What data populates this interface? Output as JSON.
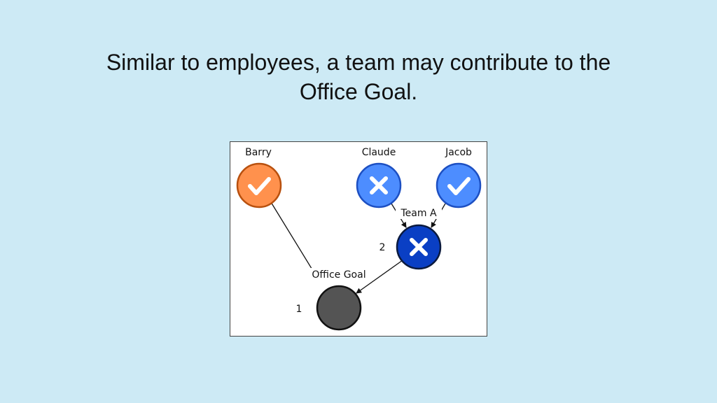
{
  "slide": {
    "title_line1": "Similar to employees, a team may contribute to the",
    "title_line2": "Office Goal."
  },
  "diagram": {
    "nodes": {
      "barry": {
        "label": "Barry",
        "status": "check",
        "icon": "check-icon",
        "fill": "#ff914d",
        "stroke": "#b8500e"
      },
      "claude": {
        "label": "Claude",
        "status": "cross",
        "icon": "x-icon",
        "fill": "#4d8dff",
        "stroke": "#1c4fc2"
      },
      "jacob": {
        "label": "Jacob",
        "status": "check",
        "icon": "check-icon",
        "fill": "#4d8dff",
        "stroke": "#1c4fc2"
      },
      "team_a": {
        "label": "Team A",
        "number": "2",
        "status": "cross",
        "icon": "x-icon",
        "fill": "#0a3fc4",
        "stroke": "#0b1a3e"
      },
      "office_goal": {
        "label": "Office Goal",
        "number": "1",
        "status": "none",
        "fill": "#545454",
        "stroke": "#111111"
      }
    },
    "edges": [
      {
        "from": "barry",
        "to": "office_goal",
        "arrow": false
      },
      {
        "from": "claude",
        "to": "team_a",
        "arrow": true
      },
      {
        "from": "jacob",
        "to": "team_a",
        "arrow": true
      },
      {
        "from": "team_a",
        "to": "office_goal",
        "arrow": true
      }
    ]
  }
}
